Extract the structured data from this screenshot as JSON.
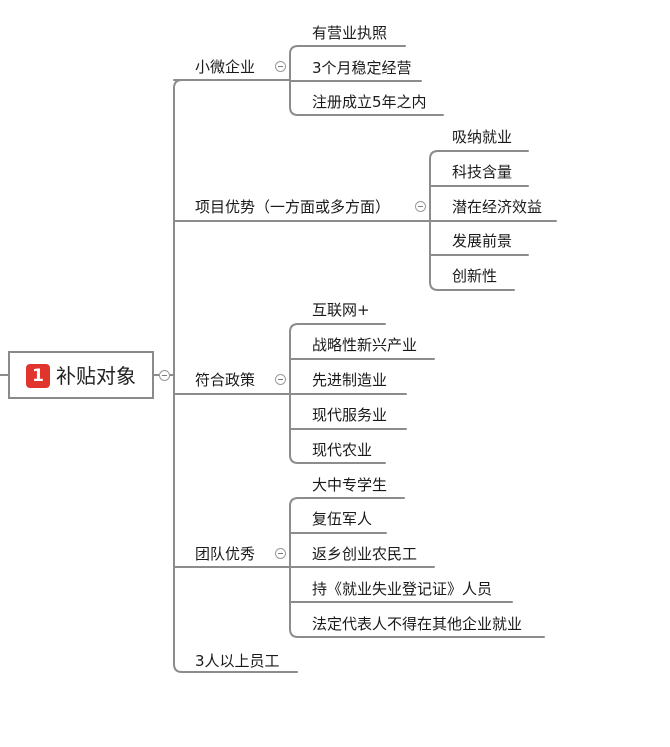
{
  "root": {
    "badge": "1",
    "title": "补贴对象"
  },
  "branches": [
    {
      "label": "小微企业",
      "children": [
        "有营业执照",
        "3个月稳定经营",
        "注册成立5年之内"
      ]
    },
    {
      "label": "项目优势（一方面或多方面）",
      "children": [
        "吸纳就业",
        "科技含量",
        "潜在经济效益",
        "发展前景",
        "创新性"
      ]
    },
    {
      "label": "符合政策",
      "children": [
        "互联网+",
        "战略性新兴产业",
        "先进制造业",
        "现代服务业",
        "现代农业"
      ]
    },
    {
      "label": "团队优秀",
      "children": [
        "大中专学生",
        "复伍军人",
        "返乡创业农民工",
        "持《就业失业登记证》人员",
        "法定代表人不得在其他企业就业"
      ]
    },
    {
      "label": "3人以上员工",
      "children": []
    }
  ],
  "colors": {
    "line": "#8c8c8c",
    "badge": "#e0342c"
  }
}
